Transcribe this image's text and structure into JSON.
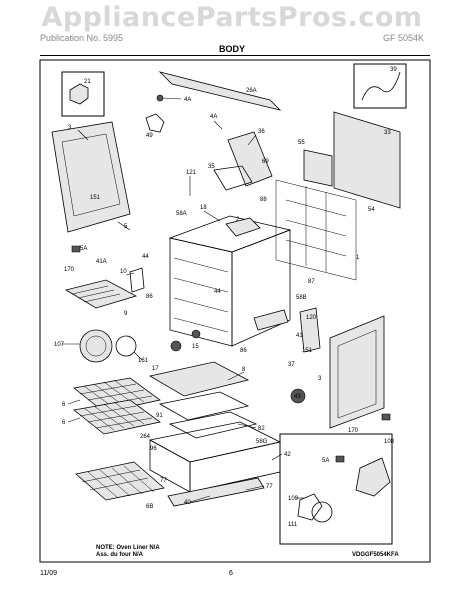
{
  "watermark": "AppliancePartsPros.com",
  "header": {
    "left": "Publication No. 5995",
    "right": "GF 5054K"
  },
  "title": "BODY",
  "note": {
    "line1": "NOTE: Oven Liner N/A",
    "line2": "Ass. du four N/A"
  },
  "diagram_code": "VDGGF5054KFA",
  "footer": {
    "date": "11/09",
    "page": "6"
  },
  "part_labels": [
    "21",
    "26A",
    "4A",
    "4A",
    "49",
    "36",
    "3",
    "39",
    "33",
    "55",
    "35",
    "69",
    "121",
    "151",
    "18",
    "58A",
    "2",
    "88",
    "54",
    "5",
    "5A",
    "170",
    "10",
    "41A",
    "44",
    "44",
    "1",
    "86",
    "58B",
    "87",
    "9",
    "107",
    "161",
    "17",
    "15",
    "86",
    "120",
    "41",
    "151",
    "37",
    "3",
    "43",
    "8",
    "6",
    "6",
    "264",
    "91",
    "82",
    "58G",
    "96",
    "42",
    "170",
    "5A",
    "108",
    "6B",
    "40",
    "77",
    "77",
    "109",
    "111"
  ]
}
